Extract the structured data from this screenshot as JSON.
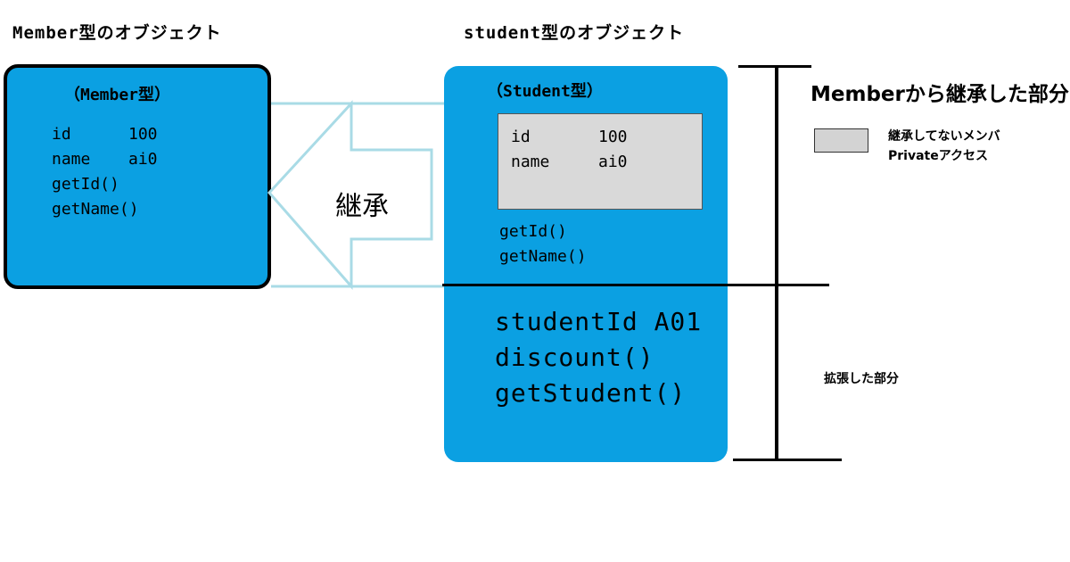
{
  "member_object": {
    "title": "Member型のオブジェクト",
    "type_label": "（Member型）",
    "fields": [
      {
        "name": "id",
        "value": "100"
      },
      {
        "name": "name",
        "value": "ai0"
      }
    ],
    "methods": [
      "getId()",
      "getName()"
    ]
  },
  "student_object": {
    "title": "student型のオブジェクト",
    "type_label": "（Student型）",
    "private_fields": [
      {
        "name": "id",
        "value": "100"
      },
      {
        "name": "name",
        "value": "ai0"
      }
    ],
    "methods": [
      "getId()",
      "getName()"
    ],
    "extended_members": [
      "studentId A01",
      "discount()",
      "getStudent()"
    ]
  },
  "arrow": {
    "label": "継承"
  },
  "annotations": {
    "inherited_part": "Memberから継承した部分",
    "legend_line1": "継承してないメンバ",
    "legend_line2": "Privateアクセス",
    "extended_part": "拡張した部分"
  },
  "colors": {
    "object_fill": "#0ba0e2",
    "arrow_stroke": "#a9dbe6",
    "private_fill": "#d9d9d9"
  }
}
